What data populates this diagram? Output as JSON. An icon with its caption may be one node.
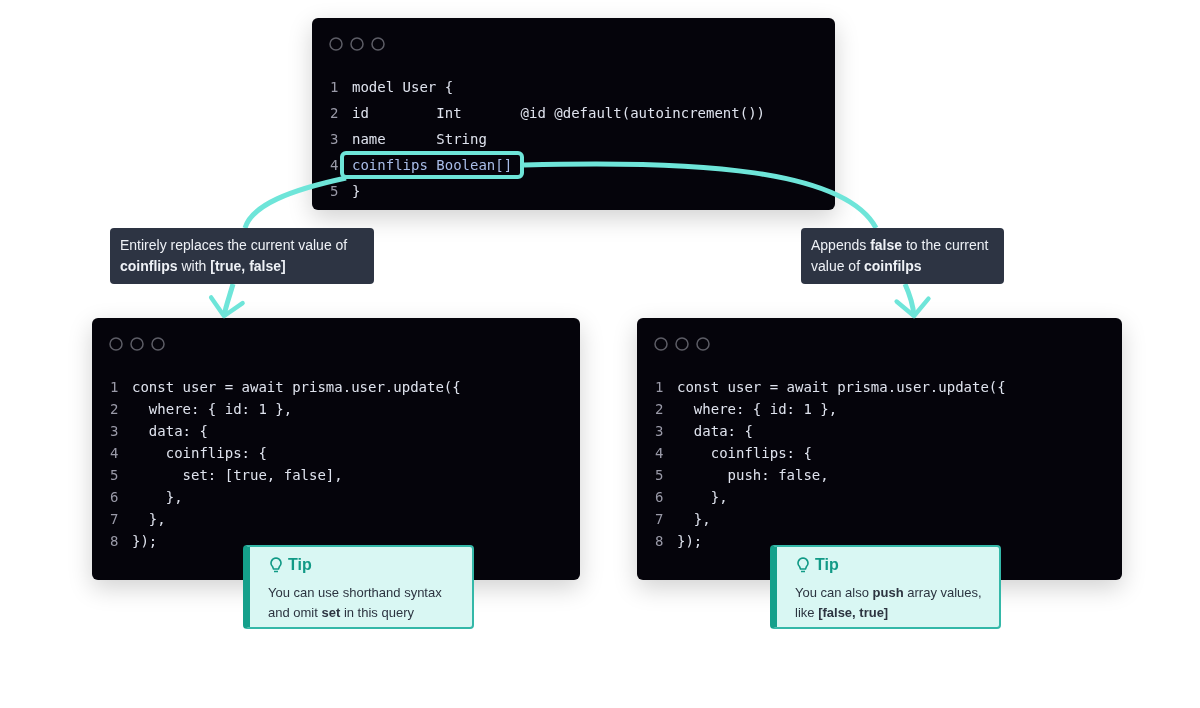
{
  "diagram": {
    "nodes": [
      {
        "text": [
          "1",
          "model User {",
          "2",
          "id        Int       @id @default(autoincrement())",
          "3",
          "name      String",
          "4",
          "5",
          "}"
        ]
      },
      {
        "text": [
          "coinflips Boolean[]"
        ],
        "in": 0
      },
      {
        "text": [
          "Entirely replaces the current value of **coinflips** with **[true, false]**"
        ]
      },
      {
        "text": [
          "1",
          "const user = await prisma.user.update({",
          "2",
          "  where: { id: 1 },",
          "3",
          "  data: {",
          "4",
          "    coinflips: {",
          "5",
          "      set: [true, false],",
          "6",
          "    },",
          "7",
          "  },",
          "8",
          "});"
        ]
      },
      {
        "text": [
          "Tip",
          "You can use shorthand syntax and omit **set** in this query"
        ]
      },
      {
        "text": [
          "Appends **false** to the current value of **coinfilps**"
        ]
      },
      {
        "text": [
          "1",
          "const user = await prisma.user.update({",
          "2",
          "  where: { id: 1 },",
          "3",
          "  data: {",
          "4",
          "    coinflips: {",
          "5",
          "      push: false,",
          "6",
          "    },",
          "7",
          "  },",
          "8",
          "});"
        ]
      },
      {
        "text": [
          "Tip",
          "You can also **push** array values, like **[false, true]**"
        ]
      }
    ],
    "edges": [
      {
        "from": 1,
        "to": 2,
        "arrow": "none"
      },
      {
        "from": 2,
        "to": 3,
        "arrow": "to"
      },
      {
        "from": 1,
        "to": 5,
        "arrow": "none"
      },
      {
        "from": 5,
        "to": 6,
        "arrow": "to"
      }
    ]
  }
}
